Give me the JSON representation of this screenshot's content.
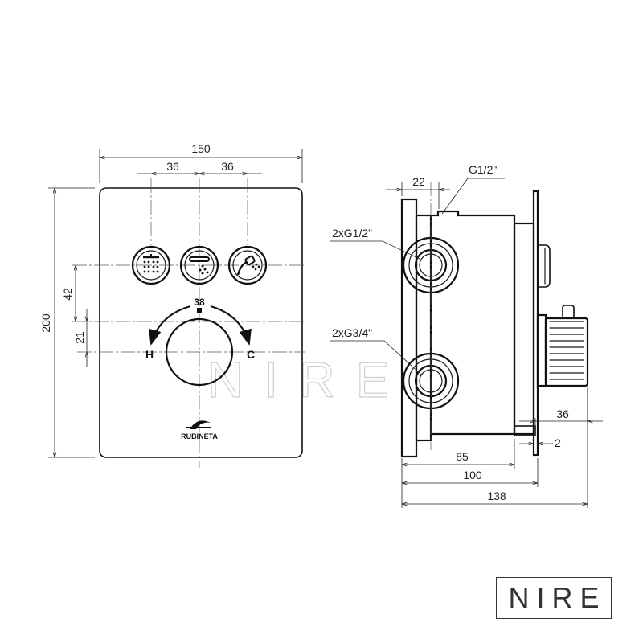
{
  "front_view": {
    "width_label": "150",
    "height_label": "200",
    "button_spacing_left": "36",
    "button_spacing_right": "36",
    "button_offset_label": "42",
    "handle_offset_label": "21",
    "temperature_label": "38",
    "hot_label": "H",
    "cold_label": "C",
    "brand_label": "RUBINETA"
  },
  "side_view": {
    "top_connection_label": "G1/2\"",
    "top_offset_label": "22",
    "outlet_label": "2xG1/2\"",
    "inlet_label": "2xG3/4\"",
    "handle_depth_label": "36",
    "plate_label": "2",
    "depth_85_label": "85",
    "depth_100_label": "100",
    "depth_138_label": "138"
  },
  "watermark": {
    "text": "NIRE"
  },
  "logo": {
    "text": "NIRE"
  }
}
